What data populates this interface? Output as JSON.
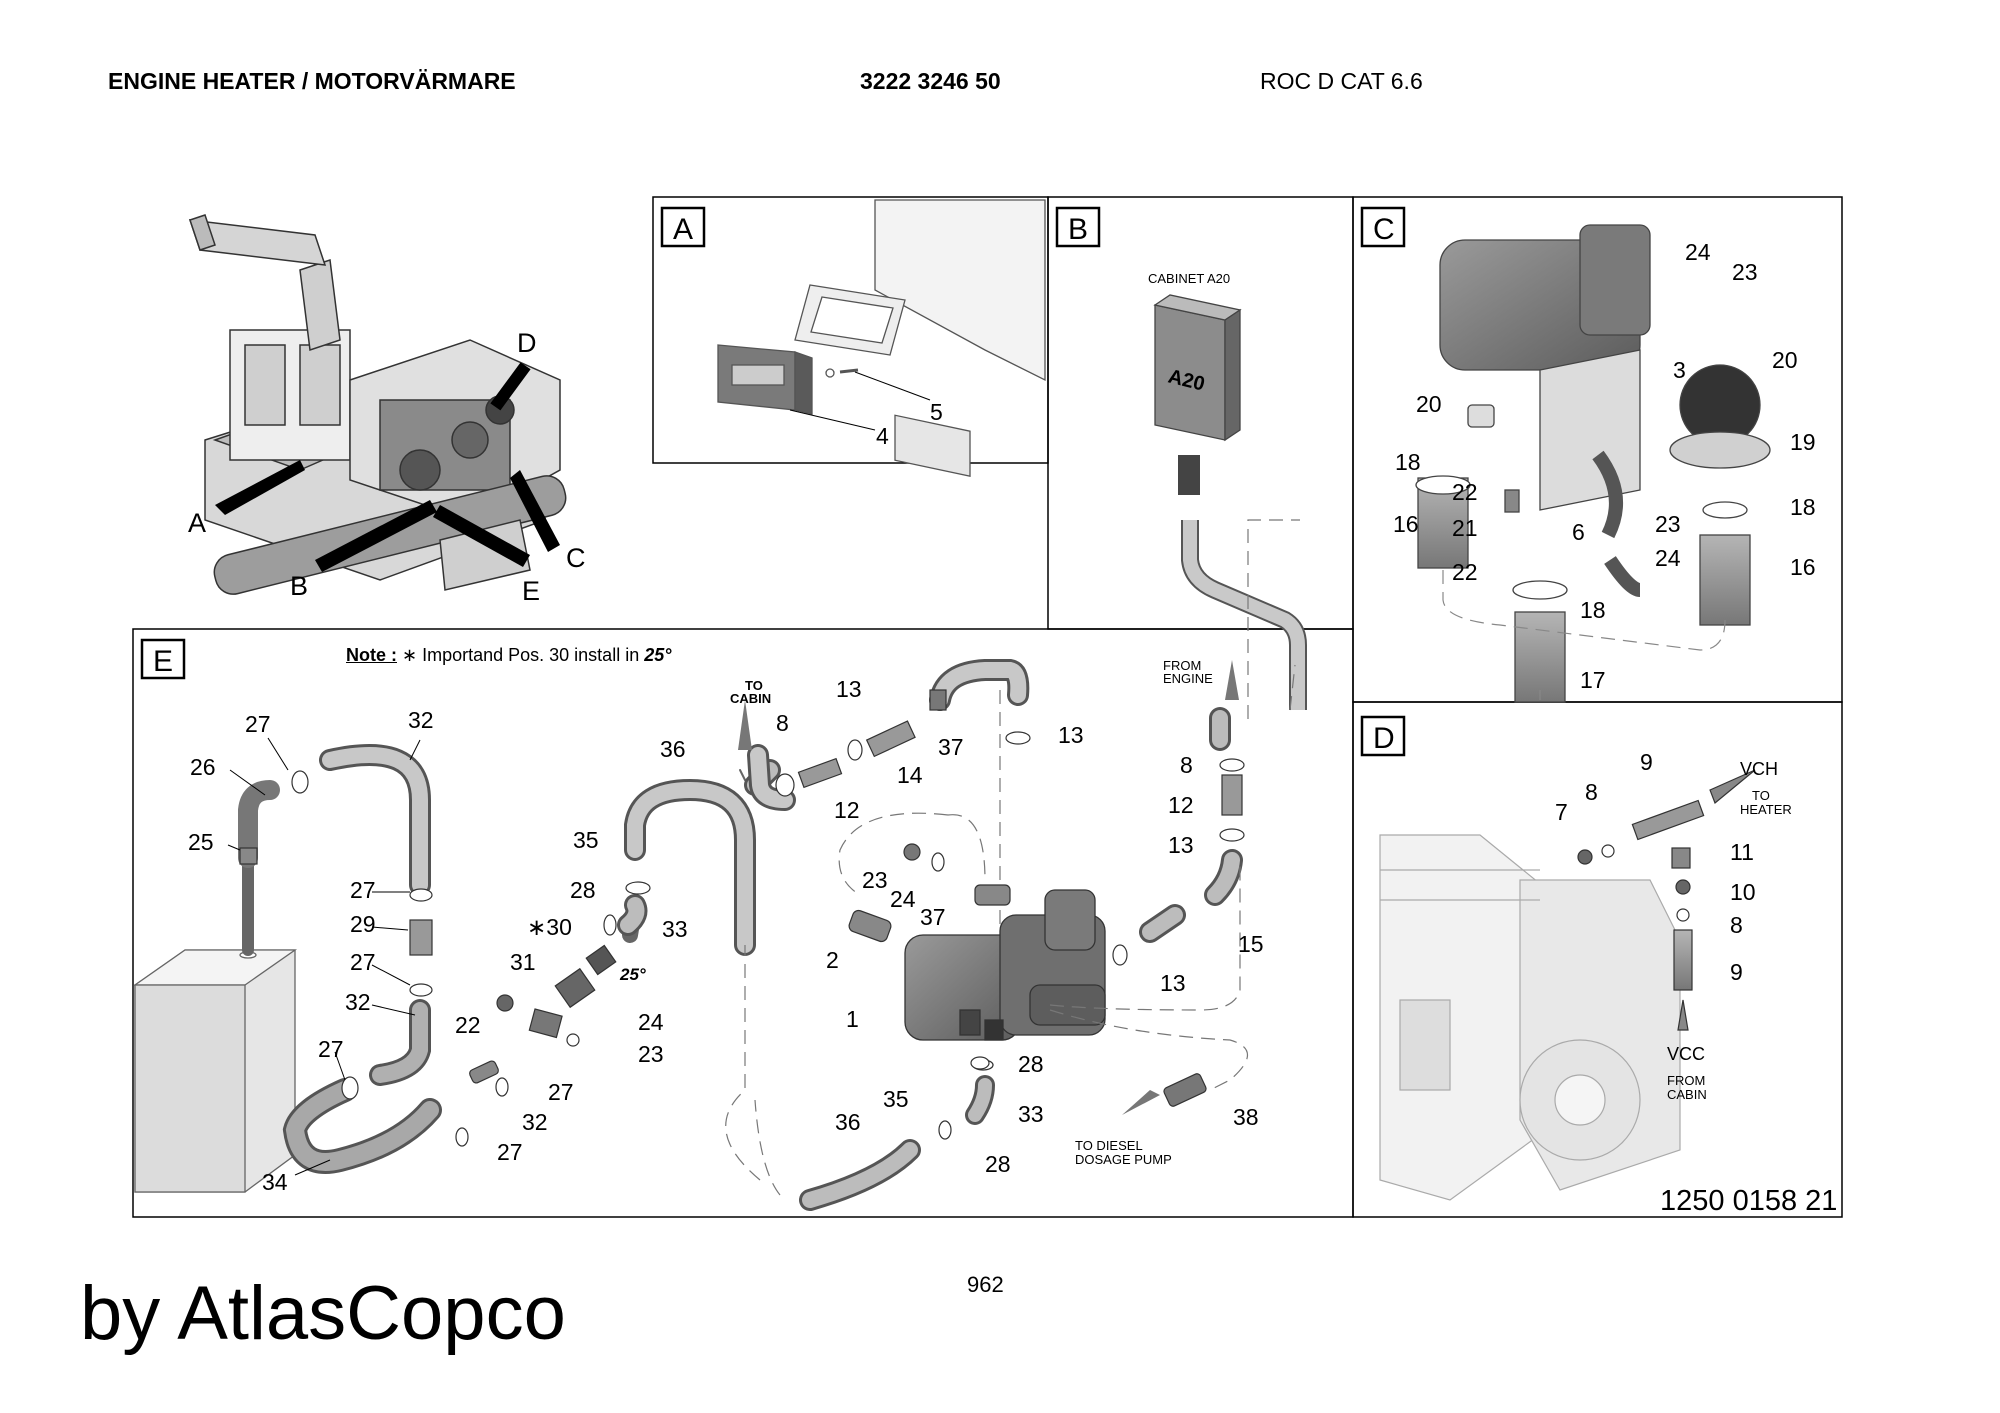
{
  "header": {
    "title": "ENGINE HEATER / MOTORVÄRMARE",
    "doc_number": "3222 3246 50",
    "model": "ROC D CAT 6.6"
  },
  "overview": {
    "labels": [
      "A",
      "B",
      "C",
      "D",
      "E"
    ]
  },
  "panels": {
    "A": {
      "letter": "A",
      "callouts": [
        "4",
        "5"
      ]
    },
    "B": {
      "letter": "B",
      "cabinet_label": "CABINET A20",
      "box_text": "A20"
    },
    "C": {
      "letter": "C",
      "callouts": [
        "24",
        "23",
        "20",
        "3",
        "20",
        "19",
        "18",
        "22",
        "21",
        "22",
        "6",
        "23",
        "24",
        "18",
        "16",
        "16",
        "18",
        "17"
      ]
    },
    "D": {
      "letter": "D",
      "callouts": [
        "9",
        "7",
        "8",
        "11",
        "10",
        "8",
        "9"
      ],
      "vch": "VCH",
      "to_heater": "TO\nHEATER",
      "vcc": "VCC",
      "from_cabin": "FROM\nCABIN"
    },
    "E": {
      "letter": "E",
      "note_label": "Note :",
      "note_text": " ∗ Importand Pos. 30 install in ",
      "note_angle": "25°",
      "to_cabin": "TO\nCABIN",
      "from_engine": "FROM\nENGINE",
      "to_diesel": "TO DIESEL\nDOSAGE PUMP",
      "angle_mark": "25°",
      "asterisk": "∗"
    }
  },
  "footer": {
    "brand": "by AtlasCopco",
    "page": "962",
    "drawing_number": "1250 0158 21"
  }
}
